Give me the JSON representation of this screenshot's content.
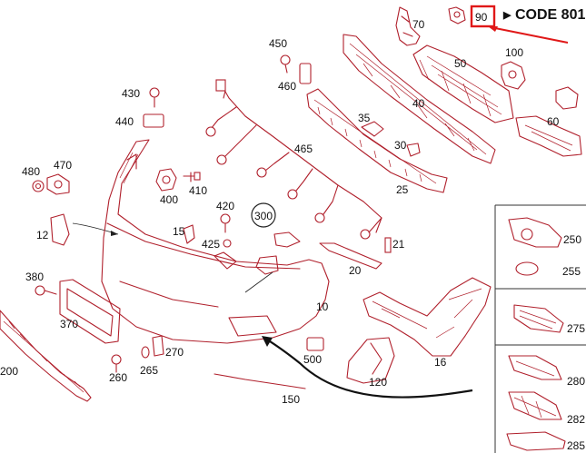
{
  "callout": {
    "arrow_glyph": "▶",
    "text": "CODE 801",
    "highlight_color": "#e01818"
  },
  "insets": [
    "250",
    "255",
    "275",
    "280",
    "282",
    "285"
  ],
  "labels": {
    "l70": "70",
    "l90": "90",
    "l450": "450",
    "l460": "460",
    "l50": "50",
    "l100": "100",
    "l430": "430",
    "l40": "40",
    "l60": "60",
    "l440": "440",
    "l35": "35",
    "l465": "465",
    "l30": "30",
    "l480": "480",
    "l470": "470",
    "l400": "400",
    "l410": "410",
    "l25": "25",
    "l420": "420",
    "l300": "300",
    "l12": "12",
    "l15": "15",
    "l425": "425",
    "l21": "21",
    "l20": "20",
    "l380": "380",
    "l10": "10",
    "l370": "370",
    "l16": "16",
    "l270": "270",
    "l500": "500",
    "l200": "200",
    "l260": "260",
    "l265": "265",
    "l120": "120",
    "l150": "150"
  }
}
